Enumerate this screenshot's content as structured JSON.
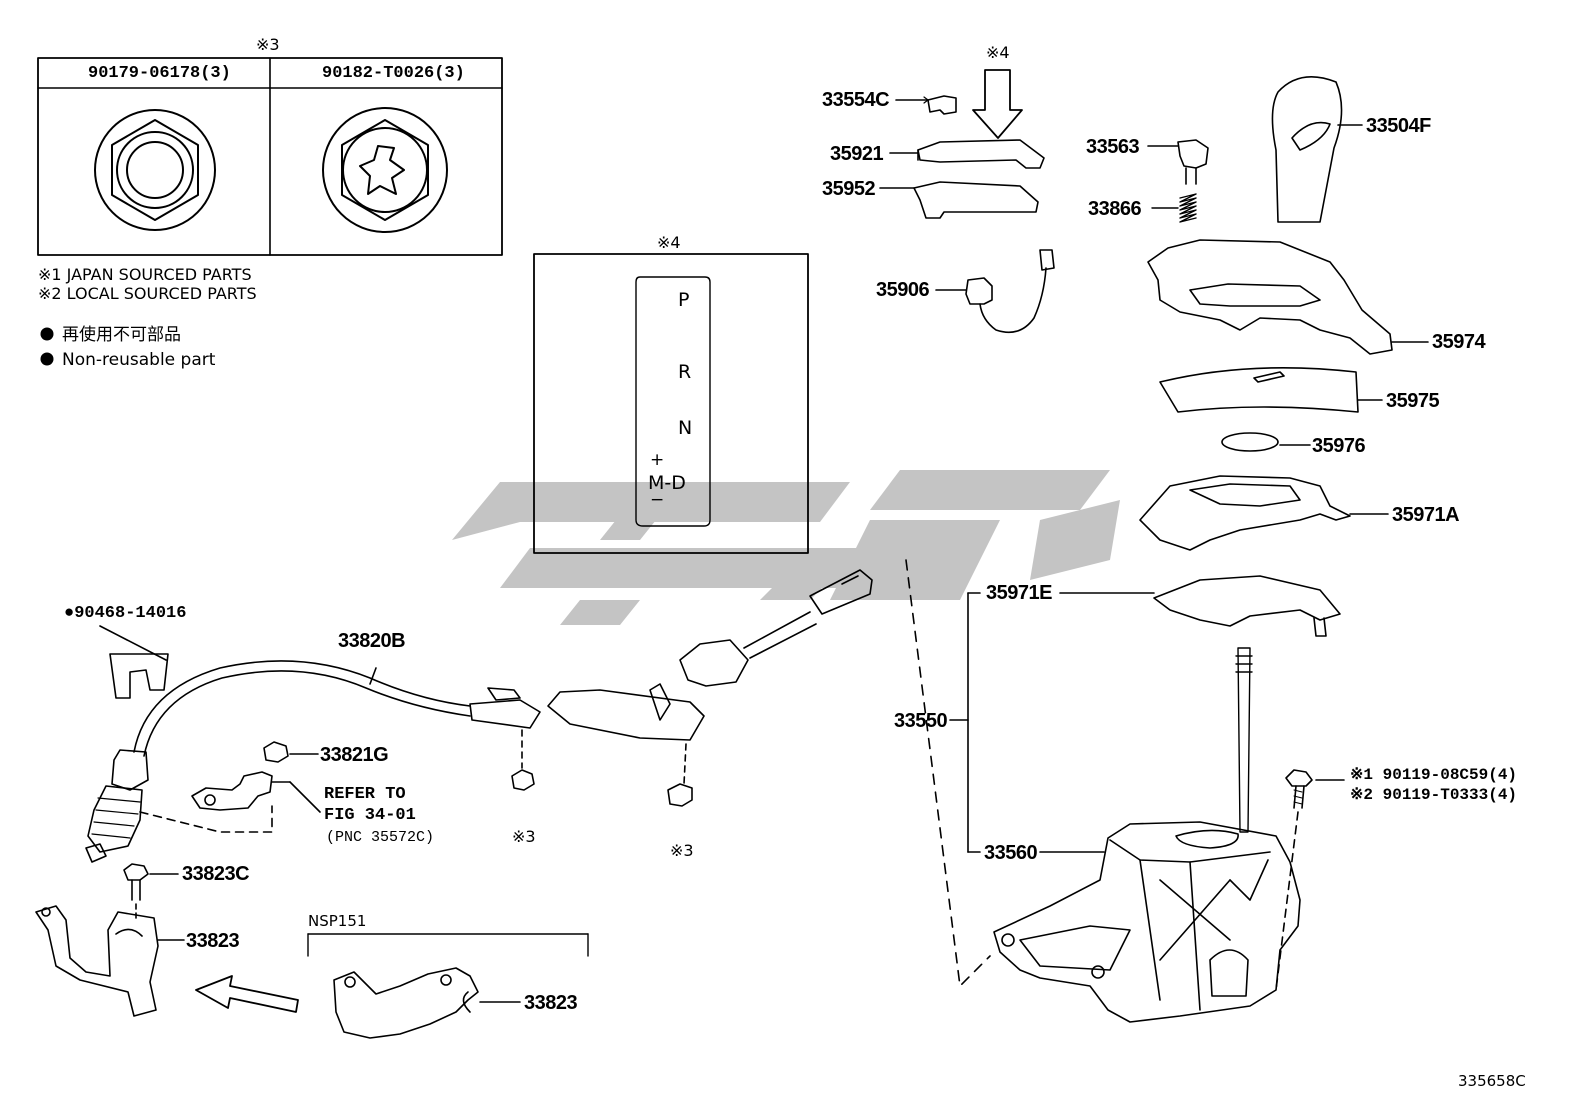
{
  "notes": {
    "sym3_top": "※3",
    "sym4_gate": "※4",
    "sym4_arrow": "※4",
    "japan": "※1  JAPAN SOURCED PARTS",
    "local": "※2  LOCAL SOURCED PARTS",
    "nonreuse_jp": "再使用不可部品",
    "nonreuse_en": "Non-reusable part",
    "nsp": "NSP151",
    "refer_1": "REFER TO",
    "refer_2": "FIG 34-01",
    "refer_3": "(PNC 35572C)",
    "sym3_a": "※3",
    "sym3_b": "※3",
    "figure_code": "335658C"
  },
  "nut_table": {
    "col1": "90179-06178(3)",
    "col2": "90182-T0026(3)"
  },
  "gate": {
    "p": "P",
    "r": "R",
    "n": "N",
    "plus": "+",
    "md": "M-D",
    "minus": "−"
  },
  "parts": {
    "p33554C": "33554C",
    "p35921": "35921",
    "p35952": "35952",
    "p35906": "35906",
    "p33563": "33563",
    "p33866": "33866",
    "p33504F": "33504F",
    "p35974": "35974",
    "p35975": "35975",
    "p35976": "35976",
    "p35971A": "35971A",
    "p35971E": "35971E",
    "p33550": "33550",
    "p33560": "33560",
    "p90468": "●90468-14016",
    "p33820B": "33820B",
    "p33821G": "33821G",
    "p33823C": "33823C",
    "p33823a": "33823",
    "p33823b": "33823",
    "bolt1": "※1 90119-08C59(4)",
    "bolt2": "※2 90119-T0333(4)"
  }
}
